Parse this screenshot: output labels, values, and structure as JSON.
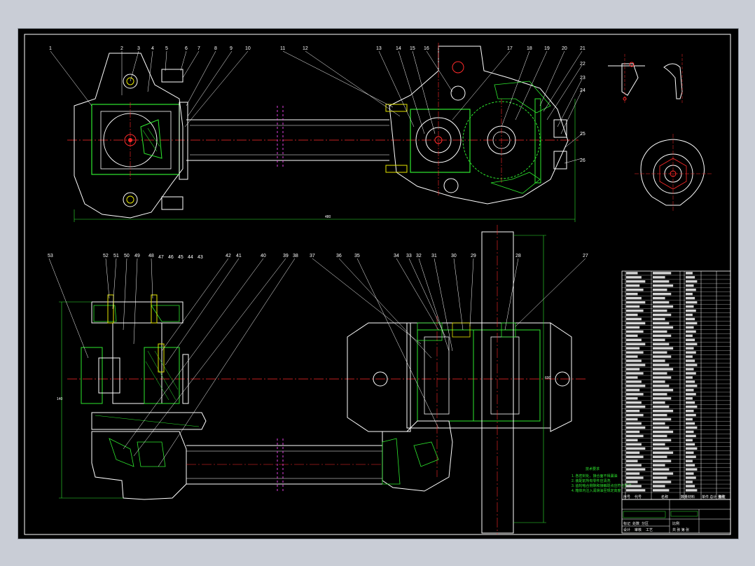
{
  "drawing": {
    "top_view_labels": [
      "1",
      "2",
      "3",
      "4",
      "5",
      "6",
      "7",
      "8",
      "9",
      "10",
      "11",
      "12",
      "13",
      "14",
      "15",
      "16",
      "17",
      "18",
      "19",
      "20",
      "21",
      "22",
      "23",
      "24",
      "25",
      "26"
    ],
    "side_view_labels": [
      "53",
      "52",
      "51",
      "50",
      "49",
      "48",
      "47",
      "46",
      "45",
      "44",
      "43",
      "42",
      "41",
      "40",
      "39",
      "38",
      "37",
      "36",
      "35",
      "34",
      "33",
      "32",
      "31",
      "30",
      "29",
      "28",
      "27"
    ],
    "dimension_text": [
      "480",
      "140",
      "600"
    ],
    "notes_title": "技术要求",
    "notes": [
      "1. 各密封处、接合面不得漏油",
      "2. 装配前所有零件应清洗",
      "3. 齿轮啮合侧隙和接触斑点应符合要求",
      "4. 箱体内注入润滑油至规定高度"
    ],
    "bom_header": [
      "序号",
      "代号",
      "名称",
      "数量",
      "材料",
      "单件 总计 重量",
      "备注"
    ],
    "title_block_cells": [
      "标记",
      "处数",
      "分区",
      "设计",
      "审核",
      "工艺",
      "比例",
      "共 张 第 张"
    ]
  }
}
